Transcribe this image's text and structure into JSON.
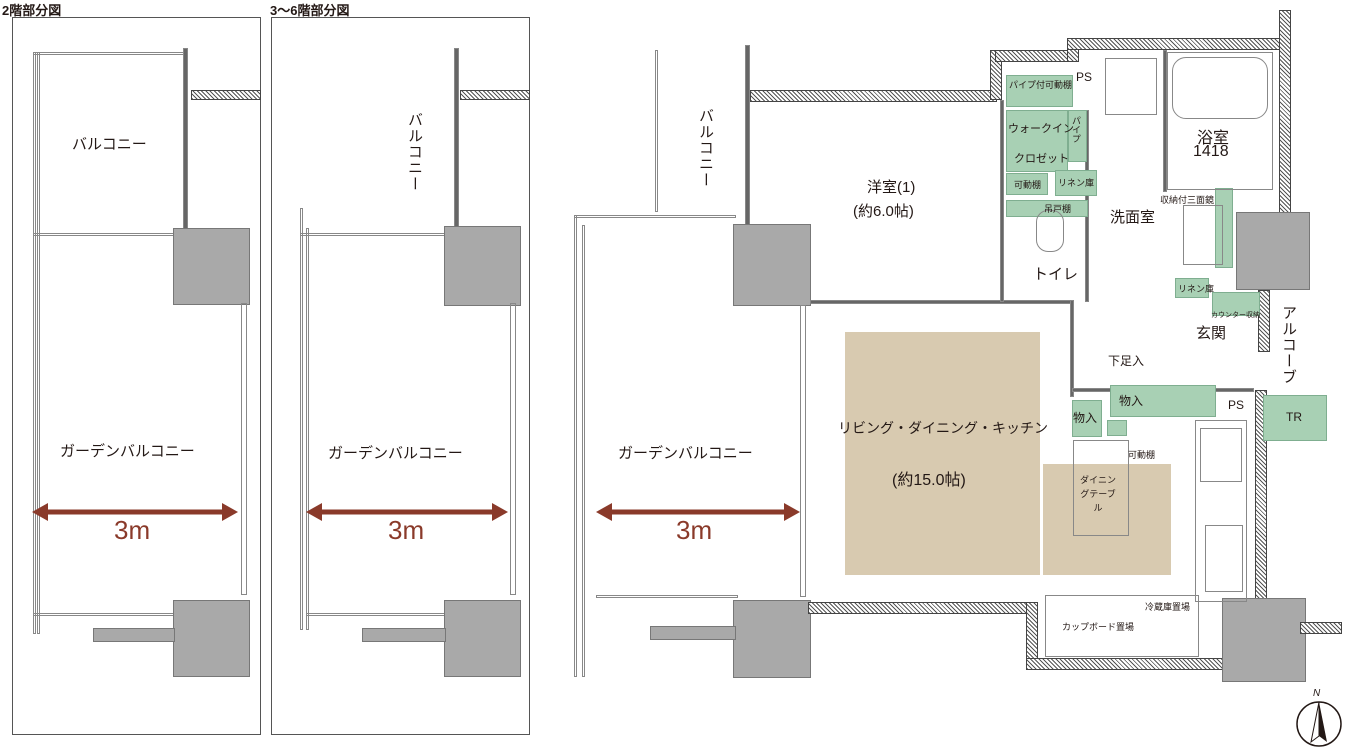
{
  "captions": {
    "floor2": "2階部分図",
    "floor3_6": "3～6階部分図"
  },
  "left_panel": {
    "balcony": "バルコニー",
    "garden": "ガーデンバルコニー",
    "dim": "3m"
  },
  "mid_panel": {
    "balcony": "バルコニー",
    "garden": "ガーデンバルコニー",
    "dim": "3m"
  },
  "plan": {
    "balcony": "バルコニー",
    "garden": "ガーデンバルコニー",
    "dim": "3m",
    "western_room": {
      "name": "洋室(1)",
      "size": "(約6.0帖)"
    },
    "walk_in": {
      "pipe_shelf": "パイプ付可動棚",
      "label1": "ウォークイン",
      "label2": "クロゼット",
      "pipe": "パイプ",
      "movable": "可動棚",
      "linen": "リネン庫"
    },
    "hanging_shelf": "吊戸棚",
    "ps1": "PS",
    "bath": {
      "name": "浴室",
      "size": "1418"
    },
    "mirror": "収納付三面鏡",
    "washroom": "洗面室",
    "toilet": "トイレ",
    "linen2": "リネン庫",
    "counter_storage": "カウンター収納",
    "entrance": "玄関",
    "alcove": "アルコーブ",
    "shoe": "下足入",
    "storage1": "物入",
    "storage2": "物入",
    "ps2": "PS",
    "tr": "TR",
    "ldk": {
      "name": "リビング・ダイニング・キッチン",
      "size": "(約15.0帖)"
    },
    "movable_shelf": "可動棚",
    "dining_table": "ダイニングテーブル",
    "cupboard": "カップボード置場",
    "fridge": "冷蔵庫置場",
    "north": "N"
  },
  "colors": {
    "arrow": "#8a3a2a",
    "tan": "#d8cab0",
    "green": "#a8d0b4",
    "column": "#a9a9a9"
  }
}
